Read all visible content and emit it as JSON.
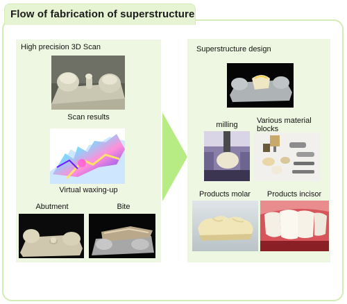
{
  "title": "Flow of fabrication of superstructure",
  "left_panel": {
    "heading": "High precision 3D Scan",
    "scan_caption": "Scan results",
    "waxing_caption": "Virtual waxing-up",
    "abutment_caption": "Abutment",
    "bite_caption": "Bite"
  },
  "right_panel": {
    "heading": "Superstructure design",
    "milling_caption": "milling",
    "blocks_caption": "Various material blocks",
    "molar_caption": "Products molar",
    "incisor_caption": "Products incisor"
  },
  "colors": {
    "frame_border": "#d3ecb6",
    "panel_bg": "#eef7e1",
    "arrow": "#b7ec84"
  },
  "icons": {
    "flow_arrow": "right-arrow-icon"
  }
}
